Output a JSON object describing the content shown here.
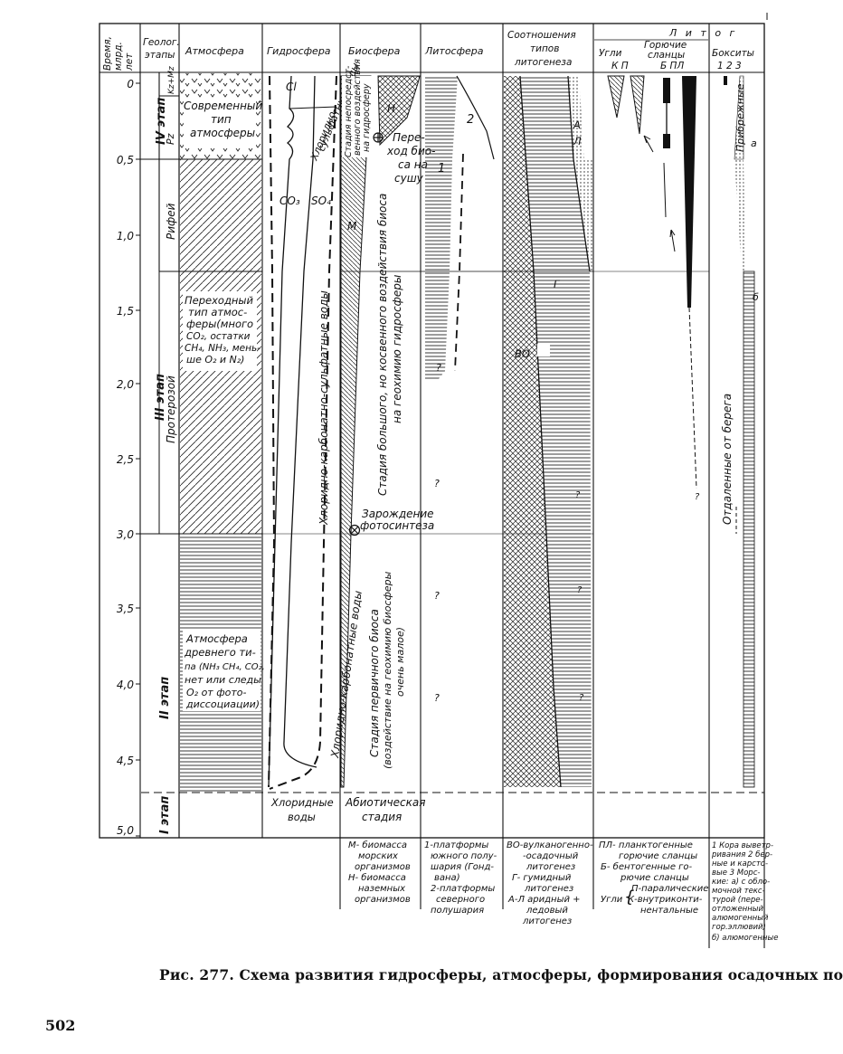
{
  "header": {
    "time": [
      "Время,",
      "млрд.",
      "лет"
    ],
    "stages": [
      "Геолог.",
      "этапы"
    ],
    "atmosphere": "Атмосфера",
    "hydrosphere": "Гидросфера",
    "biosphere": "Биосфера",
    "lithosphere": "Литосфера",
    "ratios": [
      "Соотношения",
      "типов",
      "литогенеза"
    ],
    "litho_right": "Л и т о г",
    "coals": "Угли",
    "coals_sub": "К   П",
    "shales": [
      "Горючие",
      "сланцы"
    ],
    "shales_sub": "Б   ПЛ",
    "bauxites": "Бокситы",
    "bauxites_sub": "1  2  3"
  },
  "time_ticks": [
    "0",
    "0,5",
    "1,0",
    "1,5",
    "2,0",
    "2,5",
    "3,0",
    "3,5",
    "4,0",
    "4,5",
    "5,0"
  ],
  "stages": {
    "s4": "IV этап",
    "s3": "III этап",
    "s2": "II этап",
    "s1": "I этап",
    "kz": "Kz+Mz",
    "pz": "Pz",
    "riphean": "Рифей",
    "proterozoic": "Протерозой"
  },
  "atmosphere": {
    "modern": [
      "Современный",
      "тип",
      "атмосферы"
    ],
    "transitional": [
      "Переходный",
      "тип атмос-",
      "феры(много",
      "CO₂, остатки",
      "CH₄, NH₃, мень-",
      "ше O₂ и N₂)"
    ],
    "ancient": [
      "Атмосфера",
      "древнего ти-",
      "па (NH₃ CH₄, CO₂,",
      "нет или следы",
      "O₂ от фото-",
      "диссоциации)"
    ]
  },
  "hydrosphere": {
    "cl": "Cl",
    "sulfate": [
      "Хлоридно-",
      "сульфатные воды"
    ],
    "co3": "CO₃",
    "so4": "SO₄",
    "cc_sulfate": "Хлоридно-карбонатно-сульфатные воды",
    "cc": "Хлоридно-карбонатные воды",
    "chloride": [
      "Хлоридные",
      "воды"
    ]
  },
  "biosphere": {
    "stage_direct": [
      "Стадия непосредст-",
      "венного воздействия",
      "на гидросферу"
    ],
    "n": "Н",
    "m": "М",
    "transition": [
      "Пере-",
      "ход био-",
      "са на",
      "сушу"
    ],
    "big_stage": [
      "Стадия большого, но косвенного воздействия биоса",
      "на геохимию гидросферы"
    ],
    "photosynthesis": [
      "Зарождение",
      "фотосинтеза"
    ],
    "primary": [
      "Стадия первичного биоса",
      "(воздействие на геохимию биосферы",
      "очень малое)"
    ],
    "abiotic": [
      "Абиотическая",
      "стадия"
    ]
  },
  "lithosphere": {
    "l1": "1",
    "l2": "2",
    "q": "?"
  },
  "ratios": {
    "a": "А",
    "l": "Л",
    "g": "Г",
    "vo": "ВО",
    "q": "?"
  },
  "bauxites": {
    "near": "Прибрежные",
    "far": "Отдаленные   от   берега",
    "a": "а",
    "b": "б"
  },
  "legend": {
    "bio": [
      "М- биомасса",
      "морских",
      "организмов",
      "Н- биомасса",
      "наземных",
      "организмов"
    ],
    "litho": [
      "1-платформы",
      "южного полу-",
      "шария (Гонд-",
      "вана)",
      "2-платформы",
      "северного",
      "полушария"
    ],
    "ratios": [
      "ВО-вулканогенно-",
      "-осадочный",
      "литогенез",
      "Г- гумидный",
      "литогенез",
      "А-Л аридный +",
      "ледовый",
      "литогенез"
    ],
    "coal": [
      "ПЛ- планктогенные",
      "горючие сланцы",
      "Б- бентогенные го-",
      "рючие сланцы",
      "П-паралические",
      "К-внутриконти-",
      "нентальные"
    ],
    "coal_label": "Угли",
    "baux": [
      "1 Кора выветр-",
      "ривания 2 бер-",
      "ные и карсто-",
      "вые 3 Морс-",
      "кие: а) с обло-",
      "мочной текс-",
      "турой (пере-",
      "отложенный",
      "алюмогенный",
      "гор.эллювий)",
      "б) алюмогенные"
    ]
  },
  "caption": "Рис. 277. Схема развития гидросферы, атмосферы, формирования осадочных по",
  "page_number": "502"
}
